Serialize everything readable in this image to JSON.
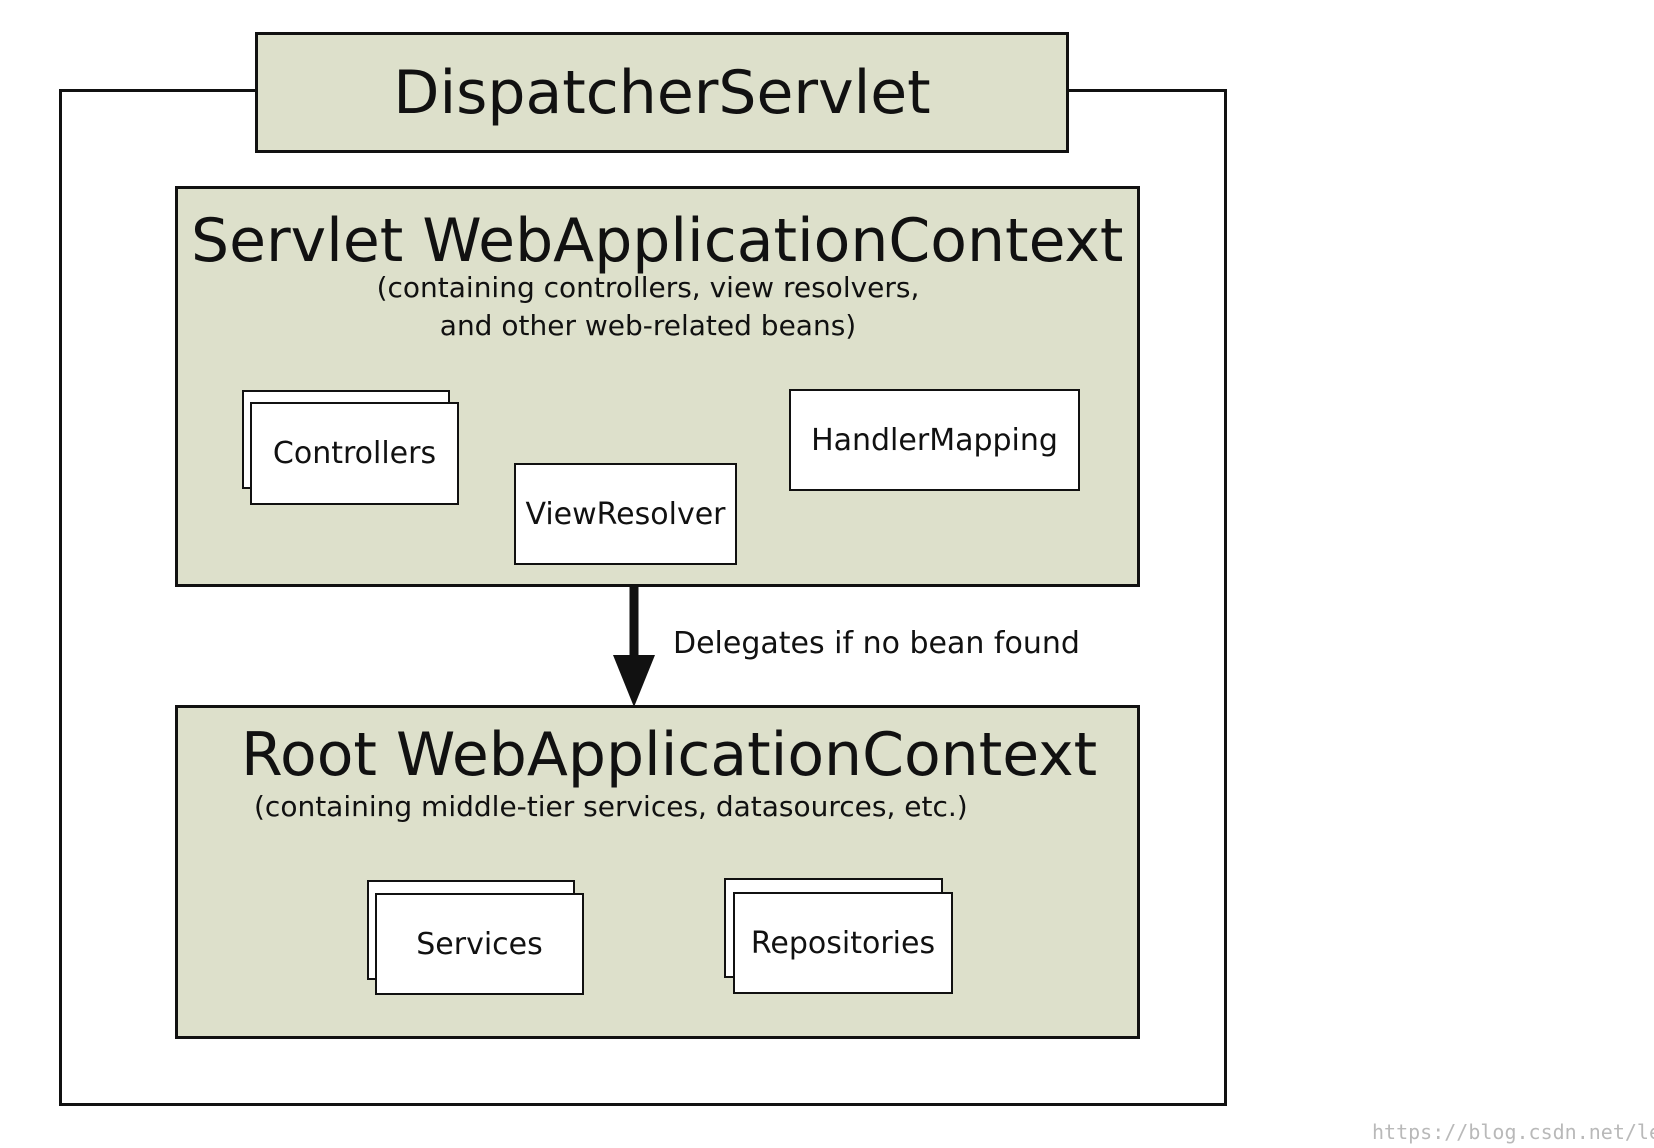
{
  "dispatcher": {
    "title": "DispatcherServlet"
  },
  "servlet_context": {
    "title": "Servlet WebApplicationContext",
    "subtitle_line1": "(containing controllers, view resolvers,",
    "subtitle_line2": "and other web-related beans)",
    "beans": {
      "controllers": "Controllers",
      "view_resolver": "ViewResolver",
      "handler_mapping": "HandlerMapping"
    }
  },
  "delegation": {
    "label": "Delegates if no bean found"
  },
  "root_context": {
    "title": "Root WebApplicationContext",
    "subtitle": "(containing middle-tier services, datasources, etc.)",
    "beans": {
      "services": "Services",
      "repositories": "Repositories"
    }
  },
  "watermark": "https://blog.csdn.net/lerist",
  "colors": {
    "panel_fill": "#dde0cb",
    "stroke": "#111111",
    "bean_fill": "#ffffff"
  }
}
